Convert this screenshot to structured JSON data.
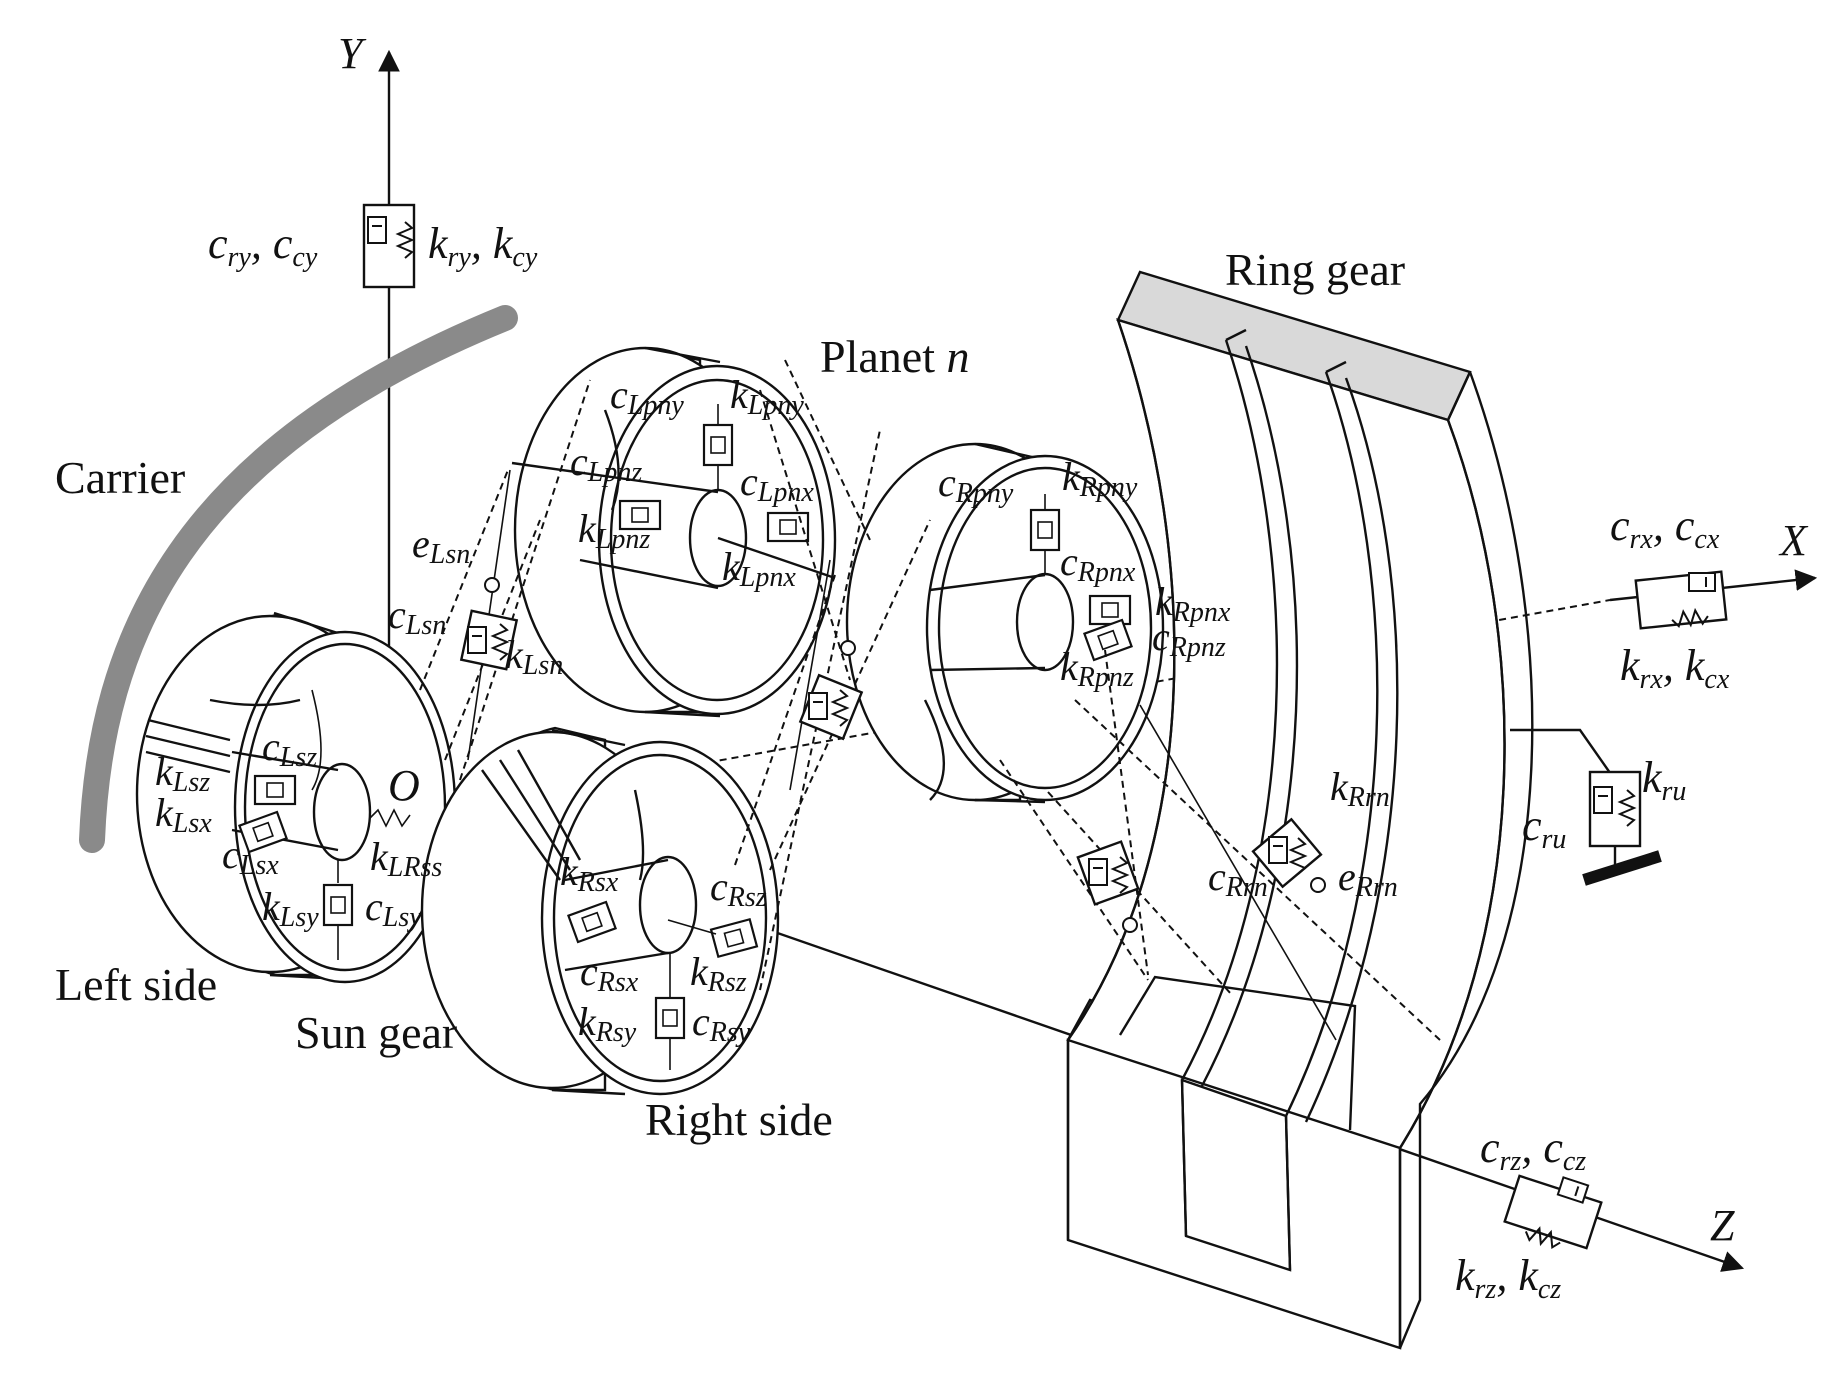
{
  "components": {
    "ring_gear": "Ring gear",
    "planet": {
      "prefix": "Planet ",
      "index": "n"
    },
    "carrier": "Carrier",
    "left_side": "Left side",
    "sun_gear": "Sun gear",
    "right_side": "Right side"
  },
  "axes": {
    "x": "X",
    "y": "Y",
    "z": "Z",
    "origin": "O"
  },
  "supports": {
    "y": {
      "damping": [
        [
          "c",
          "ry"
        ],
        [
          "c",
          "cy"
        ]
      ],
      "stiffness": [
        [
          "k",
          "ry"
        ],
        [
          "k",
          "cy"
        ]
      ]
    },
    "x": {
      "damping": [
        [
          "c",
          "rx"
        ],
        [
          "c",
          "cx"
        ]
      ],
      "stiffness": [
        [
          "k",
          "rx"
        ],
        [
          "k",
          "cx"
        ]
      ]
    },
    "z": {
      "damping": [
        [
          "c",
          "rz"
        ],
        [
          "c",
          "cz"
        ]
      ],
      "stiffness": [
        [
          "k",
          "rz"
        ],
        [
          "k",
          "cz"
        ]
      ]
    },
    "ru": {
      "damping": [
        "c",
        "ru"
      ],
      "stiffness": [
        "k",
        "ru"
      ]
    }
  },
  "labels": {
    "cLpny": [
      "c",
      "Lpny"
    ],
    "kLpny": [
      "k",
      "Lpny"
    ],
    "cLpnz": [
      "c",
      "Lpnz"
    ],
    "cLpnx": [
      "c",
      "Lpnx"
    ],
    "kLpnz": [
      "k",
      "Lpnz"
    ],
    "kLpnx": [
      "k",
      "Lpnx"
    ],
    "cRpny": [
      "c",
      "Rpny"
    ],
    "kRpny": [
      "k",
      "Rpny"
    ],
    "cRpnx": [
      "c",
      "Rpnx"
    ],
    "kRpnx": [
      "k",
      "Rpnx"
    ],
    "cRpnz": [
      "c",
      "Rpnz"
    ],
    "kRpnz": [
      "k",
      "Rpnz"
    ],
    "eLsn": [
      "e",
      "Lsn"
    ],
    "cLsn": [
      "c",
      "Lsn"
    ],
    "kLsn": [
      "k",
      "Lsn"
    ],
    "kLsz": [
      "k",
      "Lsz"
    ],
    "cLsz": [
      "c",
      "Lsz"
    ],
    "kLsx": [
      "k",
      "Lsx"
    ],
    "cLsx": [
      "c",
      "Lsx"
    ],
    "kLRss": [
      "k",
      "LRss"
    ],
    "kLsy": [
      "k",
      "Lsy"
    ],
    "cLsy": [
      "c",
      "Lsy"
    ],
    "kRsx": [
      "k",
      "Rsx"
    ],
    "cRsz": [
      "c",
      "Rsz"
    ],
    "cRsx": [
      "c",
      "Rsx"
    ],
    "kRsz": [
      "k",
      "Rsz"
    ],
    "kRsy": [
      "k",
      "Rsy"
    ],
    "cRsy": [
      "c",
      "Rsy"
    ],
    "kRrn": [
      "k",
      "Rrn"
    ],
    "cRrn": [
      "c",
      "Rrn"
    ],
    "eRrn": [
      "e",
      "Rrn"
    ]
  }
}
